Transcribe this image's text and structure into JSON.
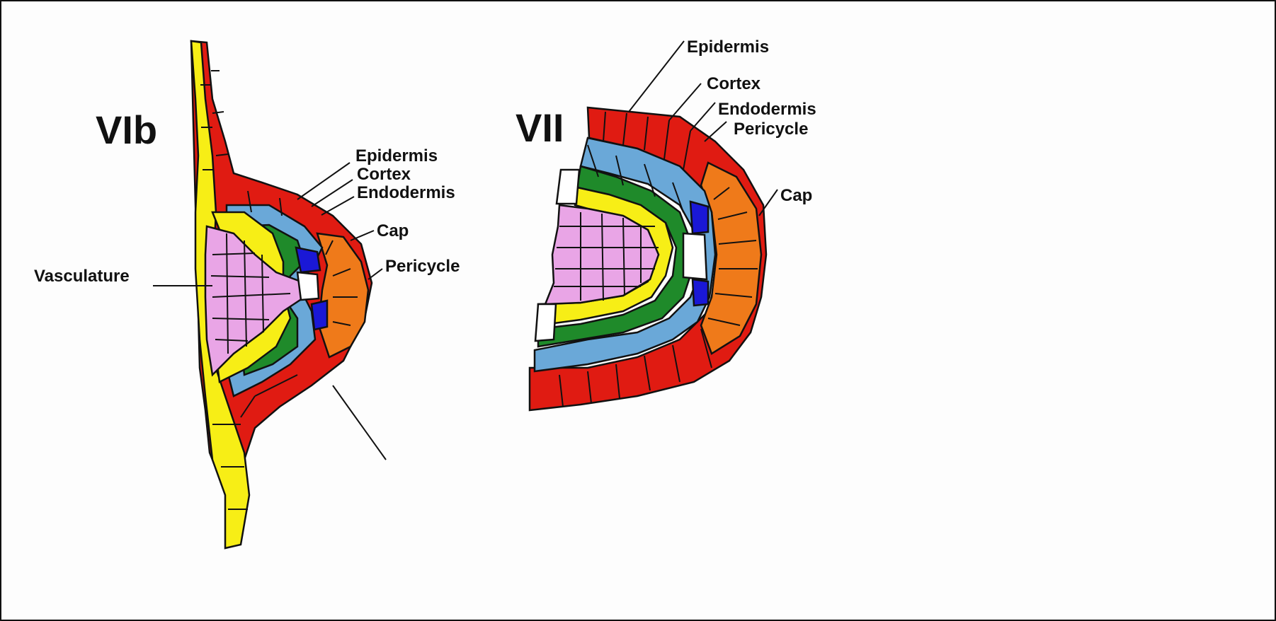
{
  "colors": {
    "epidermis": "#e01b12",
    "cortex": "#6aa8d8",
    "endodermis": "#1f8a2a",
    "pericycle": "#1a18d6",
    "cap": "#ef7a1a",
    "vasculature": "#e9a5e6",
    "yellow": "#f7ee16"
  },
  "stages": {
    "vib": {
      "title": "VIb",
      "labels": {
        "epidermis": "Epidermis",
        "cortex": "Cortex",
        "endodermis": "Endodermis",
        "cap": "Cap",
        "pericycle": "Pericycle",
        "vasculature": "Vasculature"
      }
    },
    "vii": {
      "title": "VII",
      "labels": {
        "epidermis": "Epidermis",
        "cortex": "Cortex",
        "endodermis": "Endodermis",
        "pericycle": "Pericycle",
        "cap": "Cap"
      }
    }
  }
}
